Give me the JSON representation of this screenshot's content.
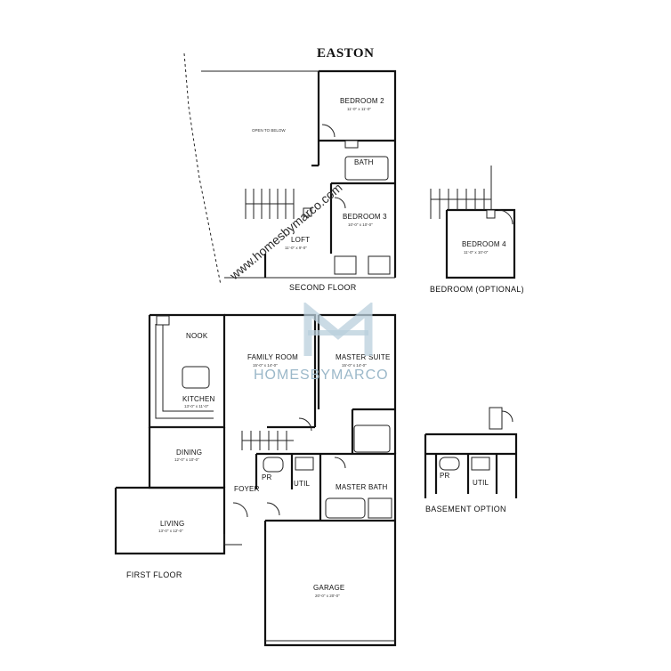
{
  "title": "EASTON",
  "sections": {
    "second_floor": "SECOND FLOOR",
    "first_floor": "FIRST FLOOR",
    "bedroom_optional": "BEDROOM (OPTIONAL)",
    "basement_option": "BASEMENT OPTION"
  },
  "rooms": {
    "open_to_below": "OPEN TO BELOW",
    "bedroom2": {
      "name": "BEDROOM 2",
      "size": "11'-0\" x 11'-0\""
    },
    "bath_upper": "BATH",
    "bedroom3": {
      "name": "BEDROOM 3",
      "size": "10'-0\" x 10'-0\""
    },
    "loft": {
      "name": "LOFT",
      "size": "11'-0\" x 9'-0\""
    },
    "bedroom4": {
      "name": "BEDROOM 4",
      "size": "11'-0\" x 10'-0\""
    },
    "nook": "NOOK",
    "kitchen": {
      "name": "KITCHEN",
      "size": "13'-0\" x 11'-0\""
    },
    "family_room": {
      "name": "FAMILY ROOM",
      "size": "15'-0\" x 14'-0\""
    },
    "master_suite": {
      "name": "MASTER SUITE",
      "size": "15'-0\" x 14'-0\""
    },
    "dining": {
      "name": "DINING",
      "size": "12'-0\" x 10'-0\""
    },
    "foyer": "FOYER",
    "pr": "PR",
    "util": "UTIL",
    "master_bath": "MASTER BATH",
    "living": {
      "name": "LIVING",
      "size": "13'-0\" x 12'-0\""
    },
    "garage": {
      "name": "GARAGE",
      "size": "20'-0\" x 20'-0\""
    },
    "pr_basement": "PR",
    "util_basement": "UTIL"
  },
  "watermark": {
    "url": "www.homesbymarco.com",
    "brand": "HOMESBYMARCO"
  }
}
